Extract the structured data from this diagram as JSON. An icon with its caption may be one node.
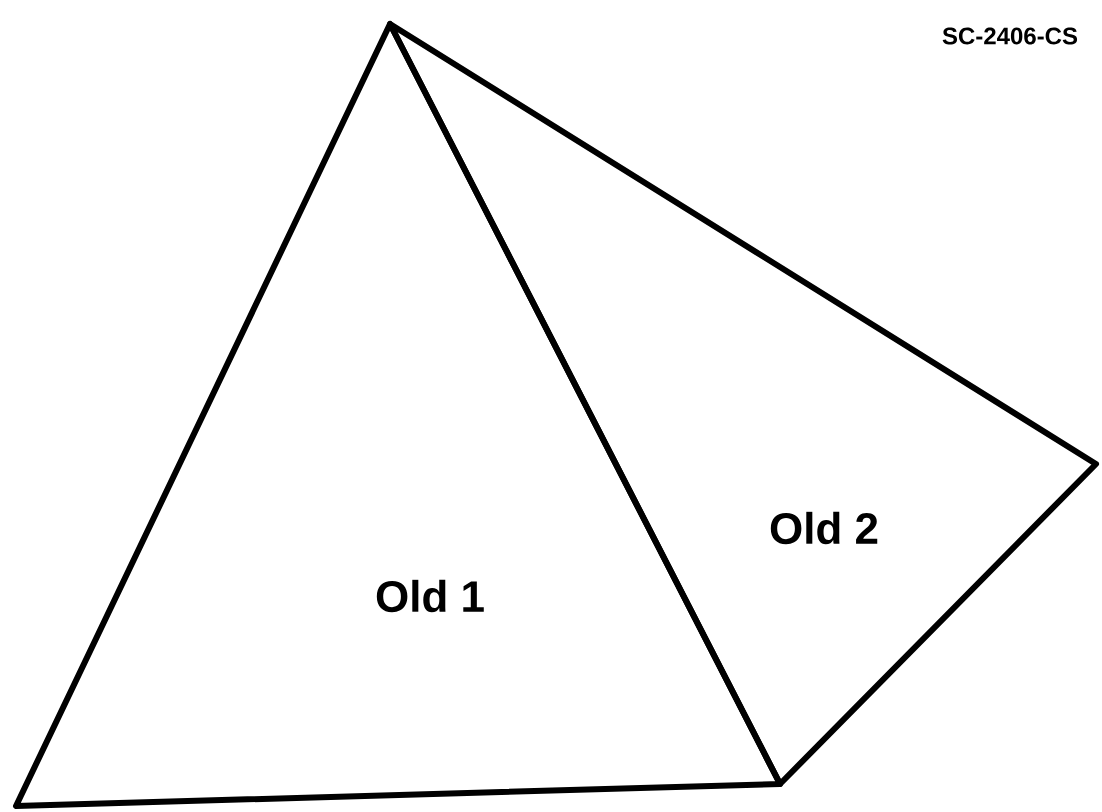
{
  "diagram": {
    "nodes": [
      {
        "text": [
          "Old 1"
        ]
      },
      {
        "text": [
          "Old 2"
        ]
      }
    ],
    "labels": [
      "SC-2406-CS"
    ]
  }
}
